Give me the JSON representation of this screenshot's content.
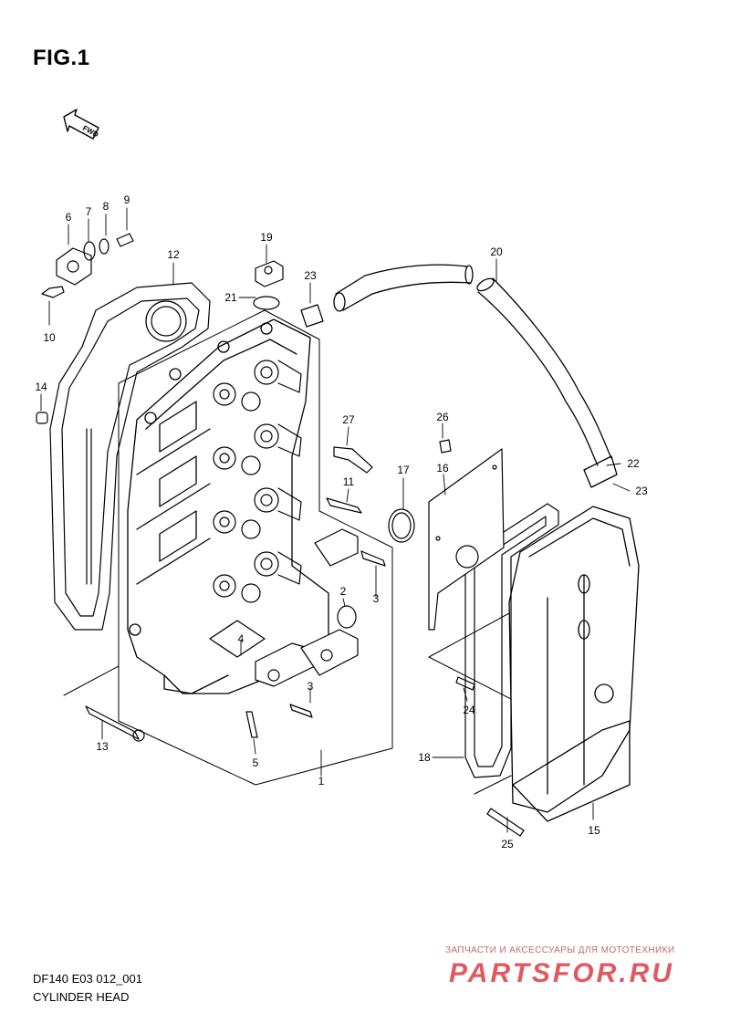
{
  "figure": {
    "title": "FIG.1",
    "direction_arrow": "FWD"
  },
  "callouts": [
    {
      "id": "c1",
      "label": "1"
    },
    {
      "id": "c2",
      "label": "2"
    },
    {
      "id": "c3a",
      "label": "3"
    },
    {
      "id": "c3b",
      "label": "3"
    },
    {
      "id": "c4",
      "label": "4"
    },
    {
      "id": "c5",
      "label": "5"
    },
    {
      "id": "c6",
      "label": "6"
    },
    {
      "id": "c7",
      "label": "7"
    },
    {
      "id": "c8",
      "label": "8"
    },
    {
      "id": "c9",
      "label": "9"
    },
    {
      "id": "c10",
      "label": "10"
    },
    {
      "id": "c11",
      "label": "11"
    },
    {
      "id": "c12",
      "label": "12"
    },
    {
      "id": "c13",
      "label": "13"
    },
    {
      "id": "c14",
      "label": "14"
    },
    {
      "id": "c15",
      "label": "15"
    },
    {
      "id": "c16",
      "label": "16"
    },
    {
      "id": "c17",
      "label": "17"
    },
    {
      "id": "c18",
      "label": "18"
    },
    {
      "id": "c19",
      "label": "19"
    },
    {
      "id": "c20",
      "label": "20"
    },
    {
      "id": "c21",
      "label": "21"
    },
    {
      "id": "c22",
      "label": "22"
    },
    {
      "id": "c23a",
      "label": "23"
    },
    {
      "id": "c23b",
      "label": "23"
    },
    {
      "id": "c24",
      "label": "24"
    },
    {
      "id": "c25",
      "label": "25"
    },
    {
      "id": "c26",
      "label": "26"
    },
    {
      "id": "c27",
      "label": "27"
    }
  ],
  "footer": {
    "code": "DF140 E03 012_001",
    "name": "CYLINDER HEAD"
  },
  "watermark": {
    "subtitle": "ЗАПЧАСТИ И АКСЕССУАРЫ ДЛЯ МОТОТЕХНИКИ",
    "brand": "PARTSFOR.RU",
    "color": "#e1595f"
  }
}
